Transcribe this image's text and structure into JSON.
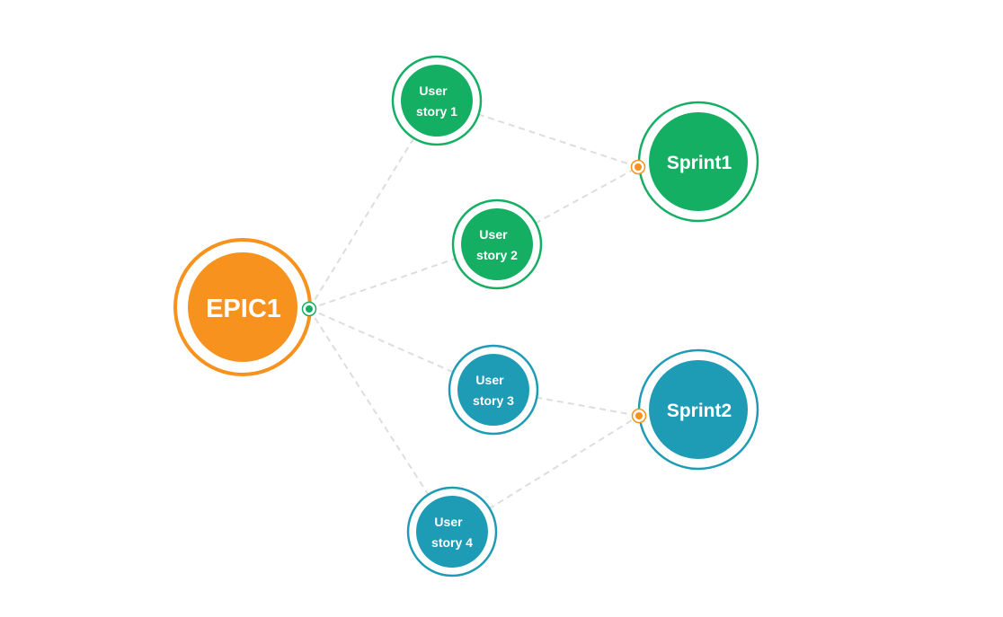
{
  "colors": {
    "epic": "#F7921E",
    "sprint1": "#15AF64",
    "sprint2": "#1F9CB5",
    "line": "#DDDDDD"
  },
  "epic": {
    "label": "EPIC1"
  },
  "sprints": [
    {
      "label": "Sprint1"
    },
    {
      "label": "Sprint2"
    }
  ],
  "stories": [
    {
      "line1": "User",
      "line2": "story 1",
      "sprint": 0
    },
    {
      "line1": "User",
      "line2": "story 2",
      "sprint": 0
    },
    {
      "line1": "User",
      "line2": "story 3",
      "sprint": 1
    },
    {
      "line1": "User",
      "line2": "story 4",
      "sprint": 1
    }
  ]
}
